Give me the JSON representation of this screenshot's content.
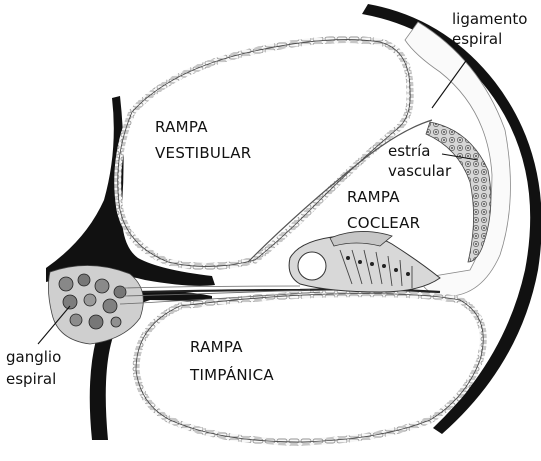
{
  "labels": {
    "vestibular": [
      "RAMPA",
      "VESTIBULAR"
    ],
    "coclear": [
      "RAMPA",
      "COCLEAR"
    ],
    "timpanica": [
      "RAMPA",
      "TIMPÁNICA"
    ],
    "ligamento": [
      "ligamento",
      "espiral"
    ],
    "estria": [
      "estría",
      "vascular"
    ],
    "ganglio": [
      "ganglio",
      "espiral"
    ]
  },
  "colors": {
    "ink": "#111111",
    "wall_fill": "#f4f4f4",
    "cell_fill": "#cfcfcf",
    "organ_fill": "#d8d8d8",
    "ganglion_fill": "#8a8a8a"
  }
}
